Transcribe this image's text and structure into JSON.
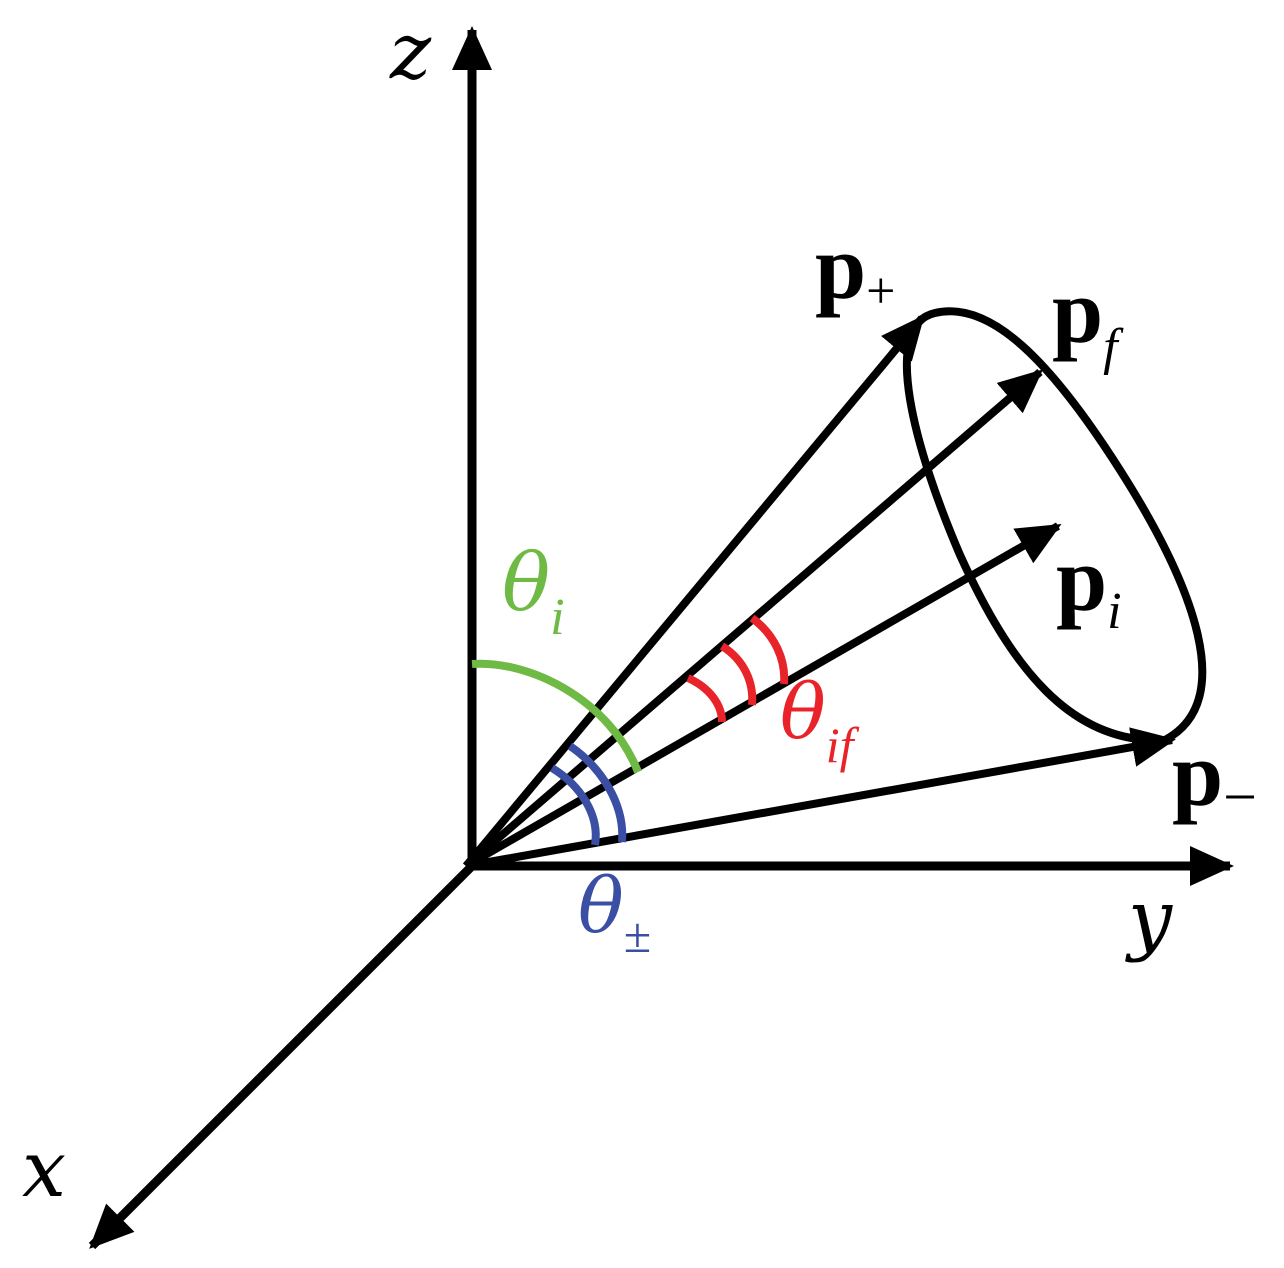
{
  "axes": {
    "x": "x",
    "y": "y",
    "z": "z"
  },
  "vectors": {
    "p_plus": {
      "main": "p",
      "sub": "+"
    },
    "p_f": {
      "main": "p",
      "sub": "f"
    },
    "p_i": {
      "main": "p",
      "sub": "i"
    },
    "p_minus": {
      "main": "p",
      "sub": "−"
    }
  },
  "angles": {
    "theta_i": {
      "main": "θ",
      "sub": "i"
    },
    "theta_if": {
      "main": "θ",
      "sub": "if"
    },
    "theta_pm": {
      "main": "θ",
      "sub": "±"
    }
  },
  "colors": {
    "stroke": "#000000",
    "theta_i": "#6fba45",
    "theta_if": "#e8232a",
    "theta_pm": "#3a4fa3"
  }
}
